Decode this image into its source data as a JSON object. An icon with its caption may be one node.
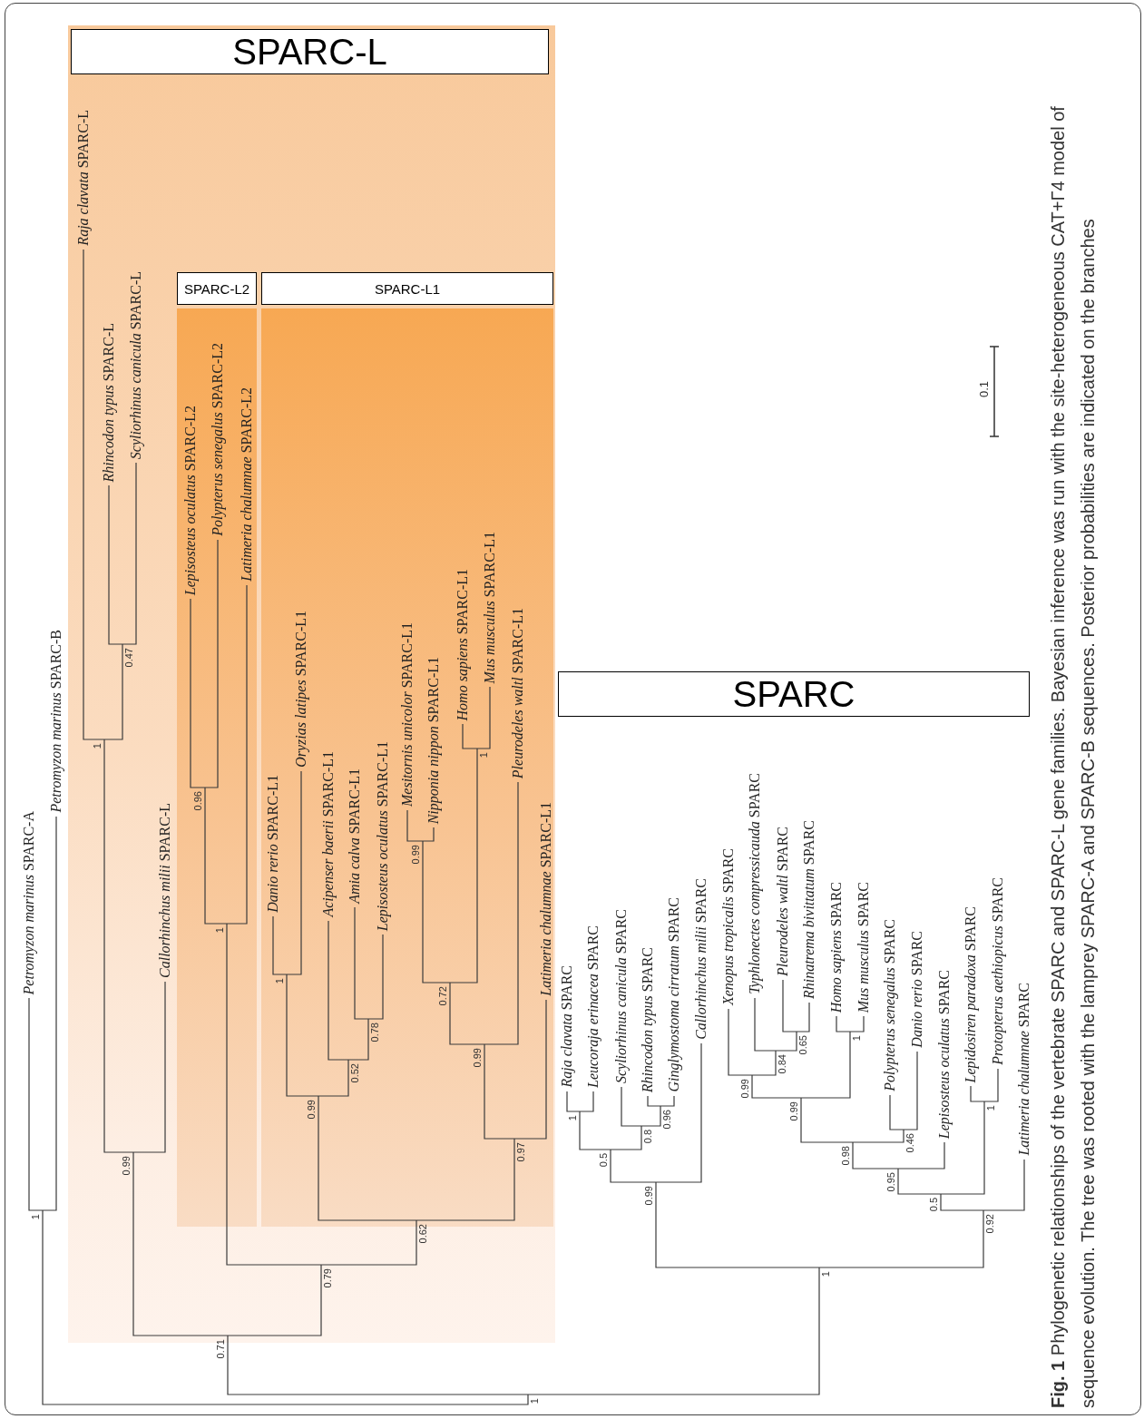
{
  "diagram": {
    "caption": "**Fig. 1** Phylogenetic relationships of the vertebrate SPARC and SPARC-L gene families. Bayesian inference was run with the site-heterogeneous CAT+Γ4 model of sequence evolution. The tree was rooted with the lamprey SPARC-A and SPARC-B sequences. Posterior probabilities are indicated on the branches",
    "nodes": [
      {
        "text": [],
        "shape": "box"
      },
      {
        "text": [],
        "shape": "box",
        "in": 0
      },
      {
        "text": [],
        "shape": "box",
        "in": 0
      },
      {
        "text": [
          "SPARC"
        ]
      },
      {
        "text": [
          "*Petromyzon marinus* SPARC-A"
        ]
      },
      {
        "text": [
          "*Petromyzon marinus* SPARC-B"
        ]
      },
      {
        "text": [
          "*Raja clavata* SPARC-L"
        ],
        "in": 0
      },
      {
        "text": [
          "*Rhincodon typus* SPARC-L"
        ],
        "in": 0
      },
      {
        "text": [
          "*Scyliorhinus canicula* SPARC-L"
        ],
        "in": 0
      },
      {
        "text": [
          "*Callorhinchus milii* SPARC-L"
        ],
        "in": 0
      },
      {
        "text": [
          "*Lepisosteus oculatus* SPARC-L2"
        ],
        "in": 1
      },
      {
        "text": [
          "*Polypterus senegalus* SPARC-L2"
        ],
        "in": 1
      },
      {
        "text": [
          "*Latimeria chalumnae* SPARC-L2"
        ],
        "in": 1
      },
      {
        "text": [
          "*Danio rerio* SPARC-L1"
        ],
        "in": 2
      },
      {
        "text": [
          "*Oryzias latipes* SPARC-L1"
        ],
        "in": 2
      },
      {
        "text": [
          "*Acipenser baerii* SPARC-L1"
        ],
        "in": 2
      },
      {
        "text": [
          "*Amia calva* SPARC-L1"
        ],
        "in": 2
      },
      {
        "text": [
          "*Lepisosteus oculatus* SPARC-L1"
        ],
        "in": 2
      },
      {
        "text": [
          "*Mesitornis unicolor* SPARC-L1"
        ],
        "in": 2
      },
      {
        "text": [
          "*Nipponia nippon* SPARC-L1"
        ],
        "in": 2
      },
      {
        "text": [
          "*Homo sapiens* SPARC-L1"
        ],
        "in": 2
      },
      {
        "text": [
          "*Mus musculus* SPARC-L1"
        ],
        "in": 2
      },
      {
        "text": [
          "*Pleurodeles waltl* SPARC-L1"
        ],
        "in": 2
      },
      {
        "text": [
          "*Latimeria chalumnae* SPARC-L1"
        ],
        "in": 2
      },
      {
        "text": [
          "*Raja clavata* SPARC"
        ]
      },
      {
        "text": [
          "*Leucoraja erinacea* SPARC"
        ]
      },
      {
        "text": [
          "*Scyliorhinus canicula* SPARC"
        ]
      },
      {
        "text": [
          "*Rhincodon typus* SPARC"
        ]
      },
      {
        "text": [
          "*Ginglymostoma cirratum* SPARC"
        ]
      },
      {
        "text": [
          "*Callorhinchus milii* SPARC"
        ]
      },
      {
        "text": [
          "*Xenopus tropicalis* SPARC"
        ]
      },
      {
        "text": [
          "*Typhlonectes compressicauda* SPARC"
        ]
      },
      {
        "text": [
          "*Pleurodeles waltl* SPARC"
        ]
      },
      {
        "text": [
          "*Rhinatrema bivittatum* SPARC"
        ]
      },
      {
        "text": [
          "*Homo sapiens* SPARC"
        ]
      },
      {
        "text": [
          "*Mus musculus* SPARC"
        ]
      },
      {
        "text": [
          "*Polypterus senegalus* SPARC"
        ]
      },
      {
        "text": [
          "*Danio rerio* SPARC"
        ]
      },
      {
        "text": [
          "*Lepisosteus oculatus* SPARC"
        ]
      },
      {
        "text": [
          "*Lepidosiren paradoxa* SPARC"
        ]
      },
      {
        "text": [
          "*Protopterus aethiopicus* SPARC"
        ]
      },
      {
        "text": [
          "*Latimeria chalumnae* SPARC"
        ]
      },
      {
        "text": [
          "1"
        ]
      },
      {
        "text": [
          "0.47"
        ],
        "in": 0
      },
      {
        "text": [
          "1"
        ],
        "in": 0
      },
      {
        "text": [
          "0.99"
        ],
        "in": 0
      },
      {
        "text": [
          "0.96"
        ],
        "in": 1
      },
      {
        "text": [
          "1"
        ],
        "in": 1
      },
      {
        "text": [
          "1"
        ],
        "in": 2
      },
      {
        "text": [
          "0.78"
        ],
        "in": 2
      },
      {
        "text": [
          "0.52"
        ],
        "in": 2
      },
      {
        "text": [
          "0.99"
        ],
        "in": 2
      },
      {
        "text": [
          "0.99"
        ],
        "in": 2
      },
      {
        "text": [
          "1"
        ],
        "in": 2
      },
      {
        "text": [
          "0.72"
        ],
        "in": 2
      },
      {
        "text": [
          "0.99"
        ],
        "in": 2
      },
      {
        "text": [
          "0.97"
        ],
        "in": 2
      },
      {
        "text": [
          "0.62"
        ],
        "in": 0
      },
      {
        "text": [
          "0.79"
        ],
        "in": 0
      },
      {
        "text": [
          "0.71"
        ]
      },
      {
        "text": [
          "1"
        ]
      },
      {
        "text": [
          "0.96"
        ]
      },
      {
        "text": [
          "0.8"
        ]
      },
      {
        "text": [
          "0.5"
        ]
      },
      {
        "text": [
          "0.99"
        ]
      },
      {
        "text": [
          "0.65"
        ]
      },
      {
        "text": [
          "0.84"
        ]
      },
      {
        "text": [
          "0.99"
        ]
      },
      {
        "text": [
          "1"
        ]
      },
      {
        "text": [
          "0.99"
        ]
      },
      {
        "text": [
          "0.46"
        ]
      },
      {
        "text": [
          "0.98"
        ]
      },
      {
        "text": [
          "0.95"
        ]
      },
      {
        "text": [
          "1"
        ]
      },
      {
        "text": [
          "0.5"
        ]
      },
      {
        "text": [
          "0.92"
        ]
      },
      {
        "text": [
          "1"
        ]
      },
      {
        "text": [
          "1"
        ]
      },
      {
        "text": [
          "SPARC-L"
        ],
        "in": 0
      },
      {
        "text": [
          "SPARC-L2"
        ],
        "in": 0
      },
      {
        "text": [
          "SPARC-L1"
        ],
        "in": 0
      }
    ],
    "edges": [
      {
        "from": 42,
        "to": 4,
        "arrow": "none"
      },
      {
        "from": 42,
        "to": 5,
        "arrow": "none"
      },
      {
        "from": 43,
        "to": 7,
        "arrow": "none"
      },
      {
        "from": 43,
        "to": 8,
        "arrow": "none"
      },
      {
        "from": 44,
        "to": 6,
        "arrow": "none"
      },
      {
        "from": 44,
        "to": 43,
        "arrow": "none"
      },
      {
        "from": 45,
        "to": 44,
        "arrow": "none"
      },
      {
        "from": 45,
        "to": 9,
        "arrow": "none"
      },
      {
        "from": 46,
        "to": 10,
        "arrow": "none"
      },
      {
        "from": 46,
        "to": 11,
        "arrow": "none"
      },
      {
        "from": 47,
        "to": 46,
        "arrow": "none"
      },
      {
        "from": 47,
        "to": 12,
        "arrow": "none"
      },
      {
        "from": 48,
        "to": 13,
        "arrow": "none"
      },
      {
        "from": 48,
        "to": 14,
        "arrow": "none"
      },
      {
        "from": 49,
        "to": 16,
        "arrow": "none"
      },
      {
        "from": 49,
        "to": 17,
        "arrow": "none"
      },
      {
        "from": 50,
        "to": 15,
        "arrow": "none"
      },
      {
        "from": 50,
        "to": 49,
        "arrow": "none"
      },
      {
        "from": 51,
        "to": 48,
        "arrow": "none"
      },
      {
        "from": 51,
        "to": 50,
        "arrow": "none"
      },
      {
        "from": 52,
        "to": 18,
        "arrow": "none"
      },
      {
        "from": 52,
        "to": 19,
        "arrow": "none"
      },
      {
        "from": 53,
        "to": 20,
        "arrow": "none"
      },
      {
        "from": 53,
        "to": 21,
        "arrow": "none"
      },
      {
        "from": 54,
        "to": 52,
        "arrow": "none"
      },
      {
        "from": 54,
        "to": 53,
        "arrow": "none"
      },
      {
        "from": 55,
        "to": 54,
        "arrow": "none"
      },
      {
        "from": 55,
        "to": 22,
        "arrow": "none"
      },
      {
        "from": 56,
        "to": 55,
        "arrow": "none"
      },
      {
        "from": 56,
        "to": 23,
        "arrow": "none"
      },
      {
        "from": 57,
        "to": 51,
        "arrow": "none"
      },
      {
        "from": 57,
        "to": 56,
        "arrow": "none"
      },
      {
        "from": 58,
        "to": 47,
        "arrow": "none"
      },
      {
        "from": 58,
        "to": 57,
        "arrow": "none"
      },
      {
        "from": 59,
        "to": 45,
        "arrow": "none"
      },
      {
        "from": 59,
        "to": 58,
        "arrow": "none"
      },
      {
        "from": 60,
        "to": 24,
        "arrow": "none"
      },
      {
        "from": 60,
        "to": 25,
        "arrow": "none"
      },
      {
        "from": 61,
        "to": 27,
        "arrow": "none"
      },
      {
        "from": 61,
        "to": 28,
        "arrow": "none"
      },
      {
        "from": 62,
        "to": 26,
        "arrow": "none"
      },
      {
        "from": 62,
        "to": 61,
        "arrow": "none"
      },
      {
        "from": 63,
        "to": 60,
        "arrow": "none"
      },
      {
        "from": 63,
        "to": 62,
        "arrow": "none"
      },
      {
        "from": 64,
        "to": 63,
        "arrow": "none"
      },
      {
        "from": 64,
        "to": 29,
        "arrow": "none"
      },
      {
        "from": 65,
        "to": 32,
        "arrow": "none"
      },
      {
        "from": 65,
        "to": 33,
        "arrow": "none"
      },
      {
        "from": 66,
        "to": 31,
        "arrow": "none"
      },
      {
        "from": 66,
        "to": 65,
        "arrow": "none"
      },
      {
        "from": 67,
        "to": 30,
        "arrow": "none"
      },
      {
        "from": 67,
        "to": 66,
        "arrow": "none"
      },
      {
        "from": 68,
        "to": 34,
        "arrow": "none"
      },
      {
        "from": 68,
        "to": 35,
        "arrow": "none"
      },
      {
        "from": 69,
        "to": 67,
        "arrow": "none"
      },
      {
        "from": 69,
        "to": 68,
        "arrow": "none"
      },
      {
        "from": 70,
        "to": 36,
        "arrow": "none"
      },
      {
        "from": 70,
        "to": 37,
        "arrow": "none"
      },
      {
        "from": 71,
        "to": 69,
        "arrow": "none"
      },
      {
        "from": 71,
        "to": 70,
        "arrow": "none"
      },
      {
        "from": 72,
        "to": 71,
        "arrow": "none"
      },
      {
        "from": 72,
        "to": 38,
        "arrow": "none"
      },
      {
        "from": 73,
        "to": 39,
        "arrow": "none"
      },
      {
        "from": 73,
        "to": 40,
        "arrow": "none"
      },
      {
        "from": 74,
        "to": 72,
        "arrow": "none"
      },
      {
        "from": 74,
        "to": 73,
        "arrow": "none"
      },
      {
        "from": 75,
        "to": 74,
        "arrow": "none"
      },
      {
        "from": 75,
        "to": 41,
        "arrow": "none"
      },
      {
        "from": 76,
        "to": 64,
        "arrow": "none"
      },
      {
        "from": 76,
        "to": 75,
        "arrow": "none"
      },
      {
        "from": 77,
        "to": 59,
        "arrow": "none"
      },
      {
        "from": 77,
        "to": 76,
        "arrow": "none"
      },
      {
        "from": 42,
        "to": 77,
        "arrow": "none"
      }
    ],
    "labels": [
      "0.1"
    ]
  }
}
